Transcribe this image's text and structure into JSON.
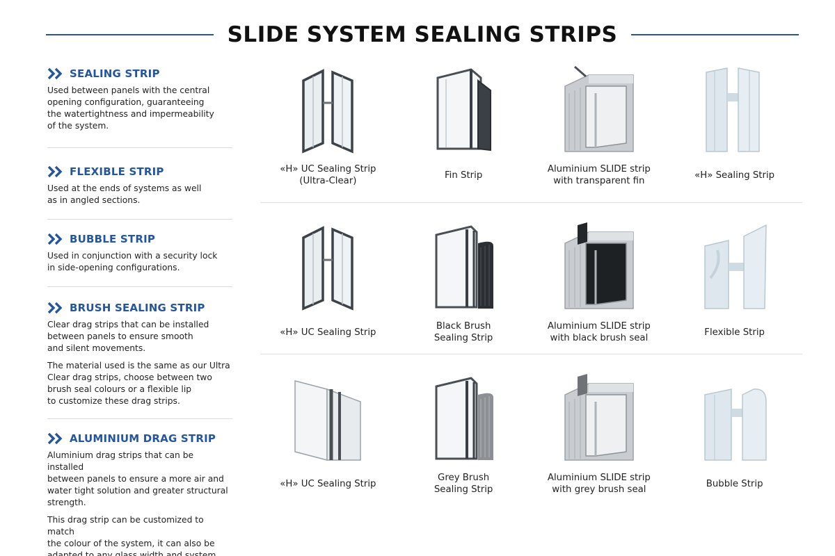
{
  "page": {
    "title": "SLIDE SYSTEM SEALING STRIPS",
    "accent_color": "#2355a0"
  },
  "sections": [
    {
      "title": "SEALING STRIP",
      "icon": "double-chevron-right-icon",
      "paragraphs": [
        "Used between panels with the central\nopening configuration, guaranteeing\nthe watertightness and impermeability\nof the system."
      ]
    },
    {
      "title": "FLEXIBLE STRIP",
      "icon": "double-chevron-right-icon",
      "paragraphs": [
        "Used at the ends of systems as well\nas in angled sections."
      ]
    },
    {
      "title": "BUBBLE STRIP",
      "icon": "double-chevron-right-icon",
      "paragraphs": [
        "Used in conjunction with a security lock\nin side-opening configurations."
      ]
    },
    {
      "title": "BRUSH SEALING STRIP",
      "icon": "double-chevron-right-icon",
      "paragraphs": [
        "Clear drag strips that can be installed\nbetween panels to ensure smooth\nand silent movements.",
        "The material used is the same as our Ultra\nClear drag strips, choose between two\nbrush seal colours or a flexible lip\nto customize these drag strips."
      ]
    },
    {
      "title": "ALUMINIUM DRAG STRIP",
      "icon": "double-chevron-right-icon",
      "paragraphs": [
        "Aluminium drag strips that can be installed\nbetween panels to ensure a more air and\nwater tight solution and greater structural\nstrength.",
        "This drag strip can be customized to match\nthe colour of the system, it can also be\nadapted to any glass width and system size."
      ]
    }
  ],
  "products": [
    [
      {
        "name": "«H» UC Sealing Strip\n(Ultra-Clear)",
        "kind": "h-clear"
      },
      {
        "name": "Fin Strip",
        "kind": "fin"
      },
      {
        "name": "Aluminium SLIDE strip\nwith transparent fin",
        "kind": "alu-fin"
      },
      {
        "name": "«H» Sealing Strip",
        "kind": "h-white"
      }
    ],
    [
      {
        "name": "«H» UC Sealing Strip",
        "kind": "h-clear2"
      },
      {
        "name": "Black Brush\nSealing Strip",
        "kind": "brush-black"
      },
      {
        "name": "Aluminium SLIDE strip\nwith black brush seal",
        "kind": "alu-black"
      },
      {
        "name": "Flexible Strip",
        "kind": "flex-white"
      }
    ],
    [
      {
        "name": "«H» UC Sealing Strip",
        "kind": "h-sheet"
      },
      {
        "name": "Grey Brush\nSealing Strip",
        "kind": "brush-grey"
      },
      {
        "name": "Aluminium SLIDE strip\nwith grey brush seal",
        "kind": "alu-grey"
      },
      {
        "name": "Bubble Strip",
        "kind": "bubble-white"
      }
    ]
  ]
}
